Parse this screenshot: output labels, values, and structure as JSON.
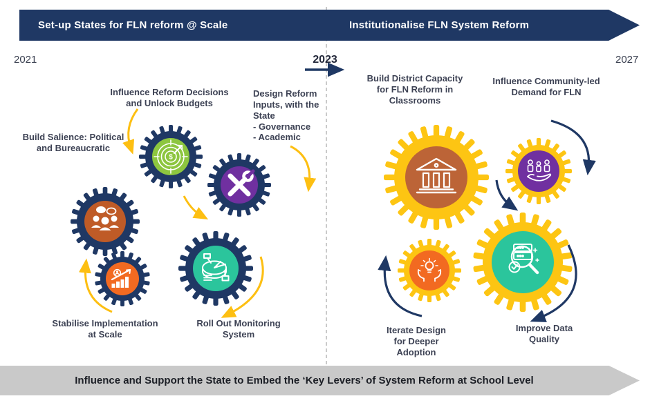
{
  "colors": {
    "navy": "#1f3864",
    "yellow": "#fdc513",
    "arrow_yellow": "#fdbf12",
    "green": "#8dc63f",
    "purple": "#7030a0",
    "sienna": "#bf5b27",
    "sienna2": "#bc6437",
    "orange": "#f26a21",
    "teal": "#2bc59c",
    "banner_gray": "#c9c9c9",
    "icon_white": "#ffffff",
    "divider_gray": "#b8b8b8"
  },
  "header": {
    "left_phase": "Set-up States for FLN reform @ Scale",
    "right_phase": "Institutionalise FLN System Reform"
  },
  "years": {
    "start": "2021",
    "mid": "2023",
    "end": "2027"
  },
  "labels": {
    "influence_reform": "Influence Reform Decisions\nand Unlock Budgets",
    "design_reform": "Design Reform\nInputs, with the\nState\n- Governance\n- Academic",
    "build_salience": "Build Salience: Political\nand Bureaucratic",
    "stabilise": "Stabilise Implementation\nat Scale",
    "roll_out": "Roll Out Monitoring\nSystem",
    "district_capacity": "Build District Capacity\nfor FLN Reform in\nClassrooms",
    "community_demand": "Influence Community-led\nDemand for FLN",
    "iterate_design": "Iterate Design\nfor Deeper\nAdoption",
    "improve_data": "Improve Data\nQuality"
  },
  "icons": {
    "gear_influence_reform": "target-dollar-icon",
    "gear_design_reform": "crossed-tools-icon",
    "gear_build_salience": "people-discussion-icon",
    "gear_stabilise": "growth-chart-icon",
    "gear_roll_out": "pie-data-icon",
    "gear_district_capacity": "bank-building-icon",
    "gear_community_demand": "people-on-hand-icon",
    "gear_iterate_design": "hands-idea-icon",
    "gear_improve_data": "magnifier-server-check-icon"
  },
  "banner": {
    "text": "Influence and Support the State to Embed the ‘Key Levers’ of System Reform at School Level"
  }
}
